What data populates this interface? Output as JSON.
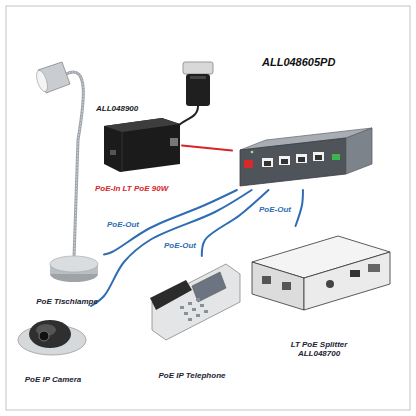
{
  "diagram": {
    "nodes": [
      {
        "text": [
          "ALL048605PD"
        ]
      },
      {
        "text": [
          "ALL048900"
        ]
      },
      {
        "text": [
          "PoE Tischlampe"
        ]
      },
      {
        "text": [
          "PoE IP Camera"
        ]
      },
      {
        "text": [
          "PoE IP Telephone"
        ]
      },
      {
        "text": [
          "LT PoE Splitter ALL048700"
        ]
      }
    ],
    "edges": [
      {
        "from": 1,
        "to": 0,
        "arrow": "none",
        "label": "PoE-In LT PoE 90W"
      },
      {
        "from": 0,
        "to": 2,
        "arrow": "none",
        "label": "PoE-Out"
      },
      {
        "from": 0,
        "to": 3,
        "arrow": "none"
      },
      {
        "from": 0,
        "to": 4,
        "arrow": "none",
        "label": "PoE-Out"
      },
      {
        "from": 0,
        "to": 5,
        "arrow": "none",
        "label": "PoE-Out"
      }
    ]
  }
}
